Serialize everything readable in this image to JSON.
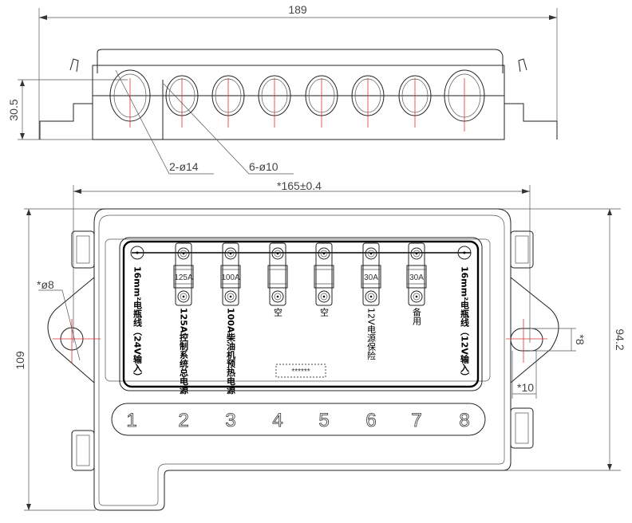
{
  "top_view": {
    "width_dim": "189",
    "height_dim": "30.5",
    "large_hole_label": "2-ø14",
    "small_hole_label": "6-ø10"
  },
  "bottom_view": {
    "width_dim": "*165±0.4",
    "height_dim_left": "109",
    "height_dim_right": "94.2",
    "mount_hole_dia": "*ø8",
    "slot_height": "*8",
    "slot_width": "*10",
    "serial_placeholder": "******",
    "left_terminal_label": "16mm²电瓶线（24V输入）",
    "right_terminal_label": "16mm²电瓶线（12V输入）",
    "fuses": [
      {
        "rating": "125A",
        "label": "125A控制系统总电源"
      },
      {
        "rating": "100A",
        "label": "100A柴油机预热电源"
      },
      {
        "rating": "",
        "label": "空"
      },
      {
        "rating": "",
        "label": "空"
      },
      {
        "rating": "30A",
        "label": "12V电源保险"
      },
      {
        "rating": "30A",
        "label": "备用"
      }
    ],
    "positions": [
      "1",
      "2",
      "3",
      "4",
      "5",
      "6",
      "7",
      "8"
    ]
  }
}
